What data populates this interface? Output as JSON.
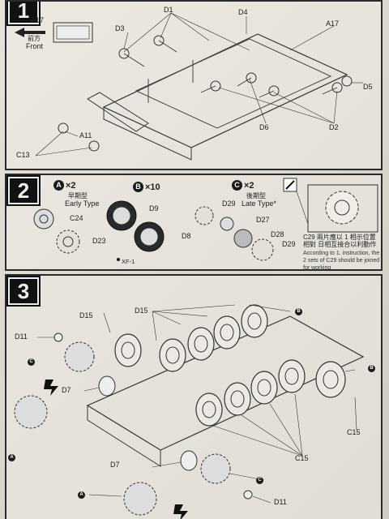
{
  "step1": {
    "number": "1",
    "front_cn": "前方",
    "front_en": "Front",
    "labels": {
      "a17_top": "A17",
      "d1": "D1",
      "d3": "D3",
      "d4": "D4",
      "a17_right": "A17",
      "d5": "D5",
      "d2": "D2",
      "d6": "D6",
      "a11": "A11",
      "c13": "C13"
    }
  },
  "step2": {
    "number": "2",
    "a": {
      "badge": "A",
      "qty": "×2",
      "cn": "早期型",
      "en": "Early Type"
    },
    "b": {
      "badge": "B",
      "qty": "×10"
    },
    "c": {
      "badge": "C",
      "qty": "×2",
      "cn": "後期型",
      "en": "Late Type*"
    },
    "labels": {
      "c24": "C24",
      "d23": "D23",
      "d9": "D9",
      "d8": "D8",
      "xf": "XF-1",
      "d29a": "D29",
      "d27": "D27",
      "d28": "D28",
      "d29b": "D29"
    },
    "note_cn": "C29 兩片應以 1 相示位置相對 日相互接合以利動作",
    "note_en": "According to 1. instruction, the 2 sets of C29 should be joined for working"
  },
  "step3": {
    "number": "3",
    "labels": {
      "d15_left": "D15",
      "d15_top": "D15",
      "d11_top": "D11",
      "d7_mid": "D7",
      "d7_bottom": "D7",
      "c15_right": "C15",
      "c15_bottom": "C15",
      "d11_bottom": "D11"
    },
    "badges": {
      "b_top": "B",
      "b_right": "B",
      "c_left": "C",
      "a_left": "A",
      "a_bottom": "A",
      "c_bottom": "C"
    }
  }
}
